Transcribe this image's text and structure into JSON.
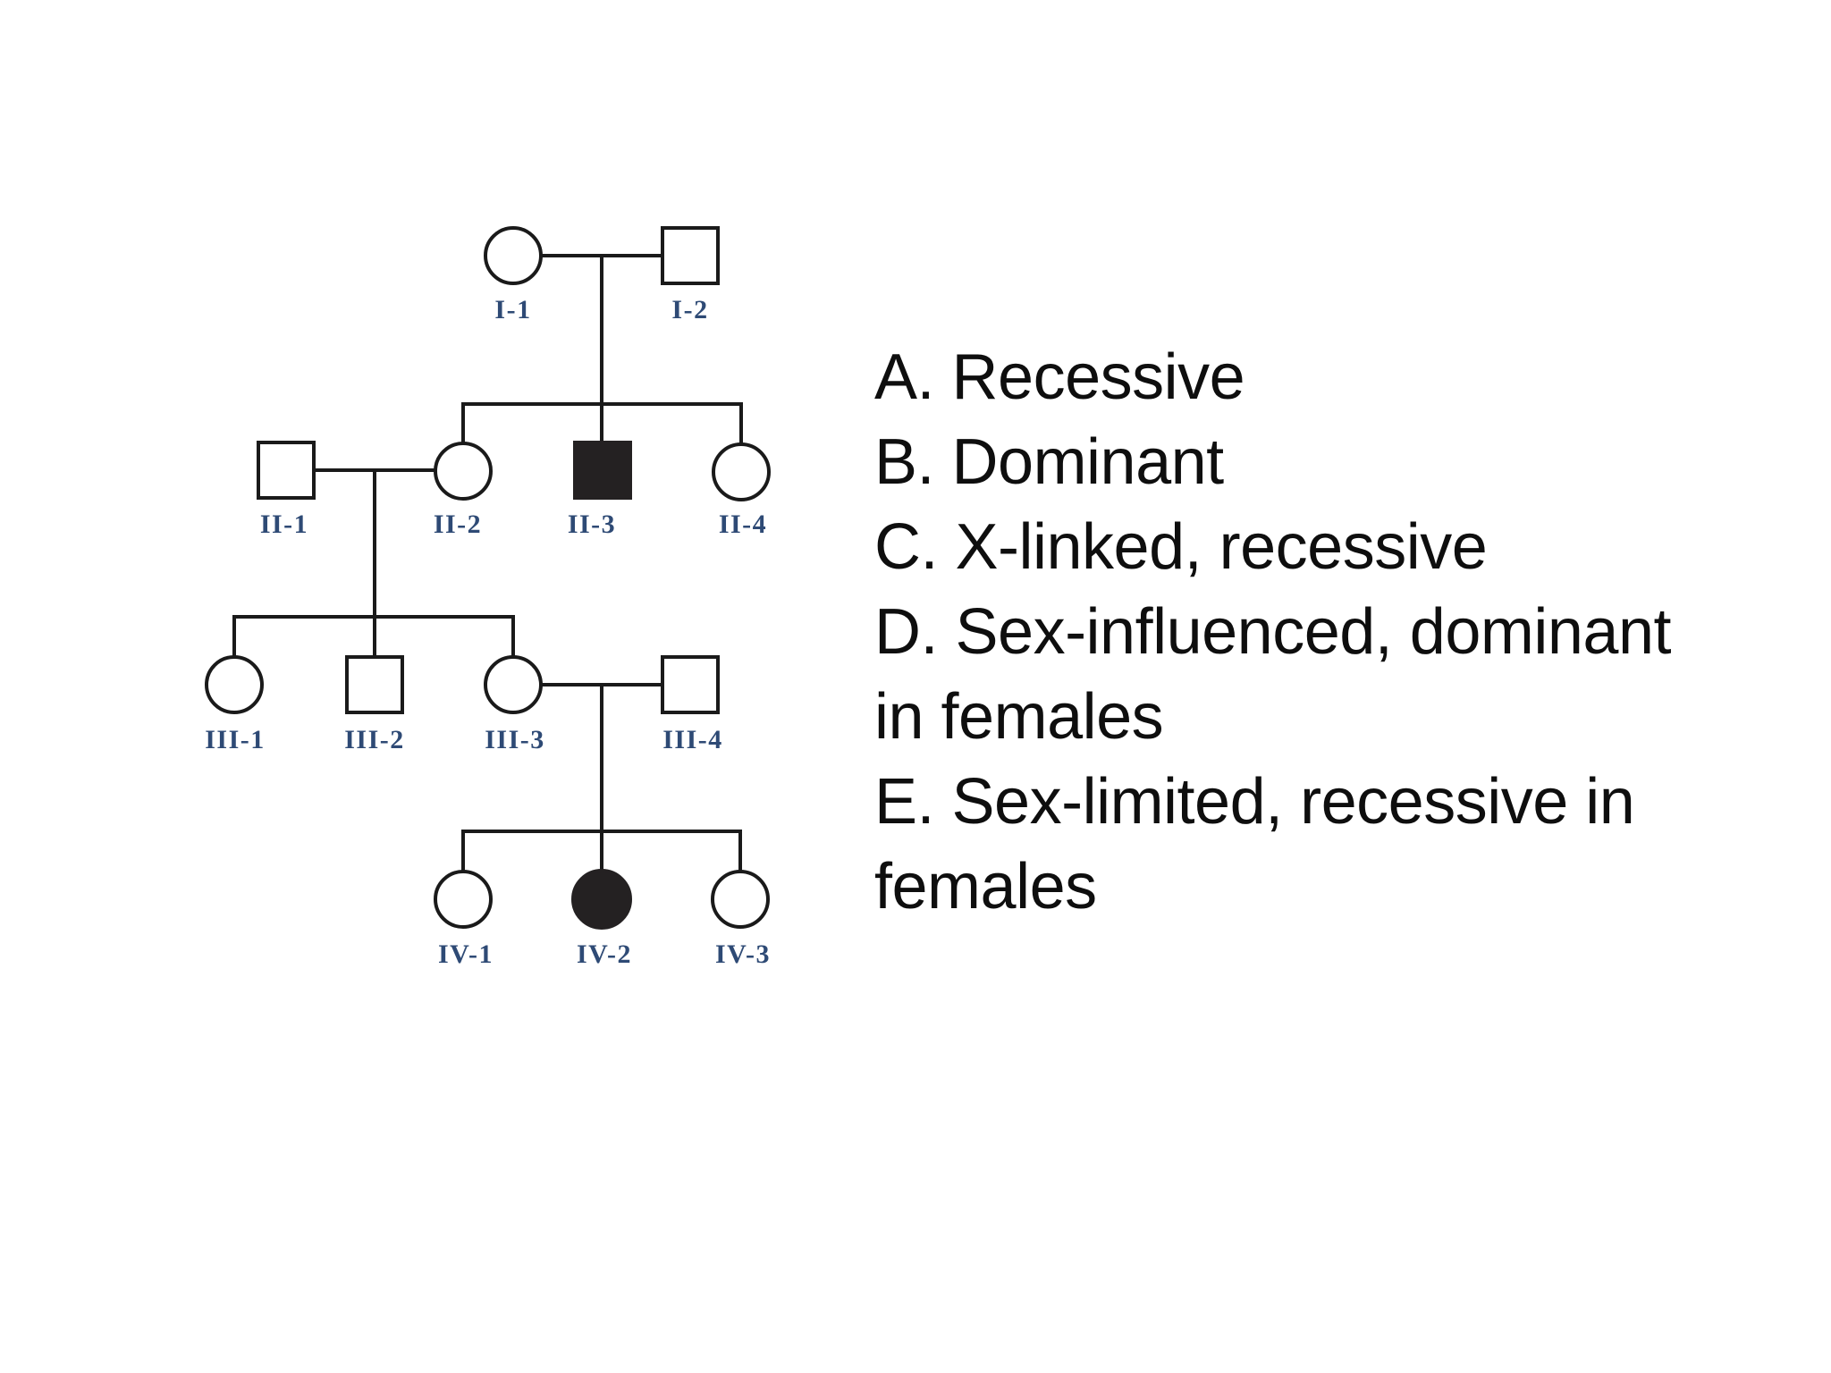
{
  "pedigree": {
    "title": "four-generation pedigree chart",
    "line_color": "#1a1a1a",
    "unaffected_fill": "#ffffff",
    "affected_fill": "#242122",
    "label_color": "#2e4a75",
    "individuals": [
      {
        "id": "I-1",
        "generation": "I",
        "sex": "female",
        "affected": false,
        "label": "I-1"
      },
      {
        "id": "I-2",
        "generation": "I",
        "sex": "male",
        "affected": false,
        "label": "I-2"
      },
      {
        "id": "II-1",
        "generation": "II",
        "sex": "male",
        "affected": false,
        "label": "II-1"
      },
      {
        "id": "II-2",
        "generation": "II",
        "sex": "female",
        "affected": false,
        "label": "II-2"
      },
      {
        "id": "II-3",
        "generation": "II",
        "sex": "male",
        "affected": true,
        "label": "II-3"
      },
      {
        "id": "II-4",
        "generation": "II",
        "sex": "female",
        "affected": false,
        "label": "II-4"
      },
      {
        "id": "III-1",
        "generation": "III",
        "sex": "female",
        "affected": false,
        "label": "III-1"
      },
      {
        "id": "III-2",
        "generation": "III",
        "sex": "male",
        "affected": false,
        "label": "III-2"
      },
      {
        "id": "III-3",
        "generation": "III",
        "sex": "female",
        "affected": false,
        "label": "III-3"
      },
      {
        "id": "III-4",
        "generation": "III",
        "sex": "male",
        "affected": false,
        "label": "III-4"
      },
      {
        "id": "IV-1",
        "generation": "IV",
        "sex": "female",
        "affected": false,
        "label": "IV-1"
      },
      {
        "id": "IV-2",
        "generation": "IV",
        "sex": "female",
        "affected": true,
        "label": "IV-2"
      },
      {
        "id": "IV-3",
        "generation": "IV",
        "sex": "female",
        "affected": false,
        "label": "IV-3"
      }
    ]
  },
  "options": {
    "text_color": "#0e0e0e",
    "items": [
      {
        "letter": "A",
        "text": "Recessive",
        "lines": [
          "A. Recessive"
        ]
      },
      {
        "letter": "B",
        "text": "Dominant",
        "lines": [
          "B. Dominant"
        ]
      },
      {
        "letter": "C",
        "text": "X-linked, recessive",
        "lines": [
          "C. X-linked, recessive"
        ]
      },
      {
        "letter": "D",
        "text": "Sex-influenced, dominant in females",
        "lines": [
          "D. Sex-influenced, dominant",
          "in females"
        ]
      },
      {
        "letter": "E",
        "text": "Sex-limited, recessive in females",
        "lines": [
          "E. Sex-limited, recessive in",
          "females"
        ]
      }
    ]
  }
}
